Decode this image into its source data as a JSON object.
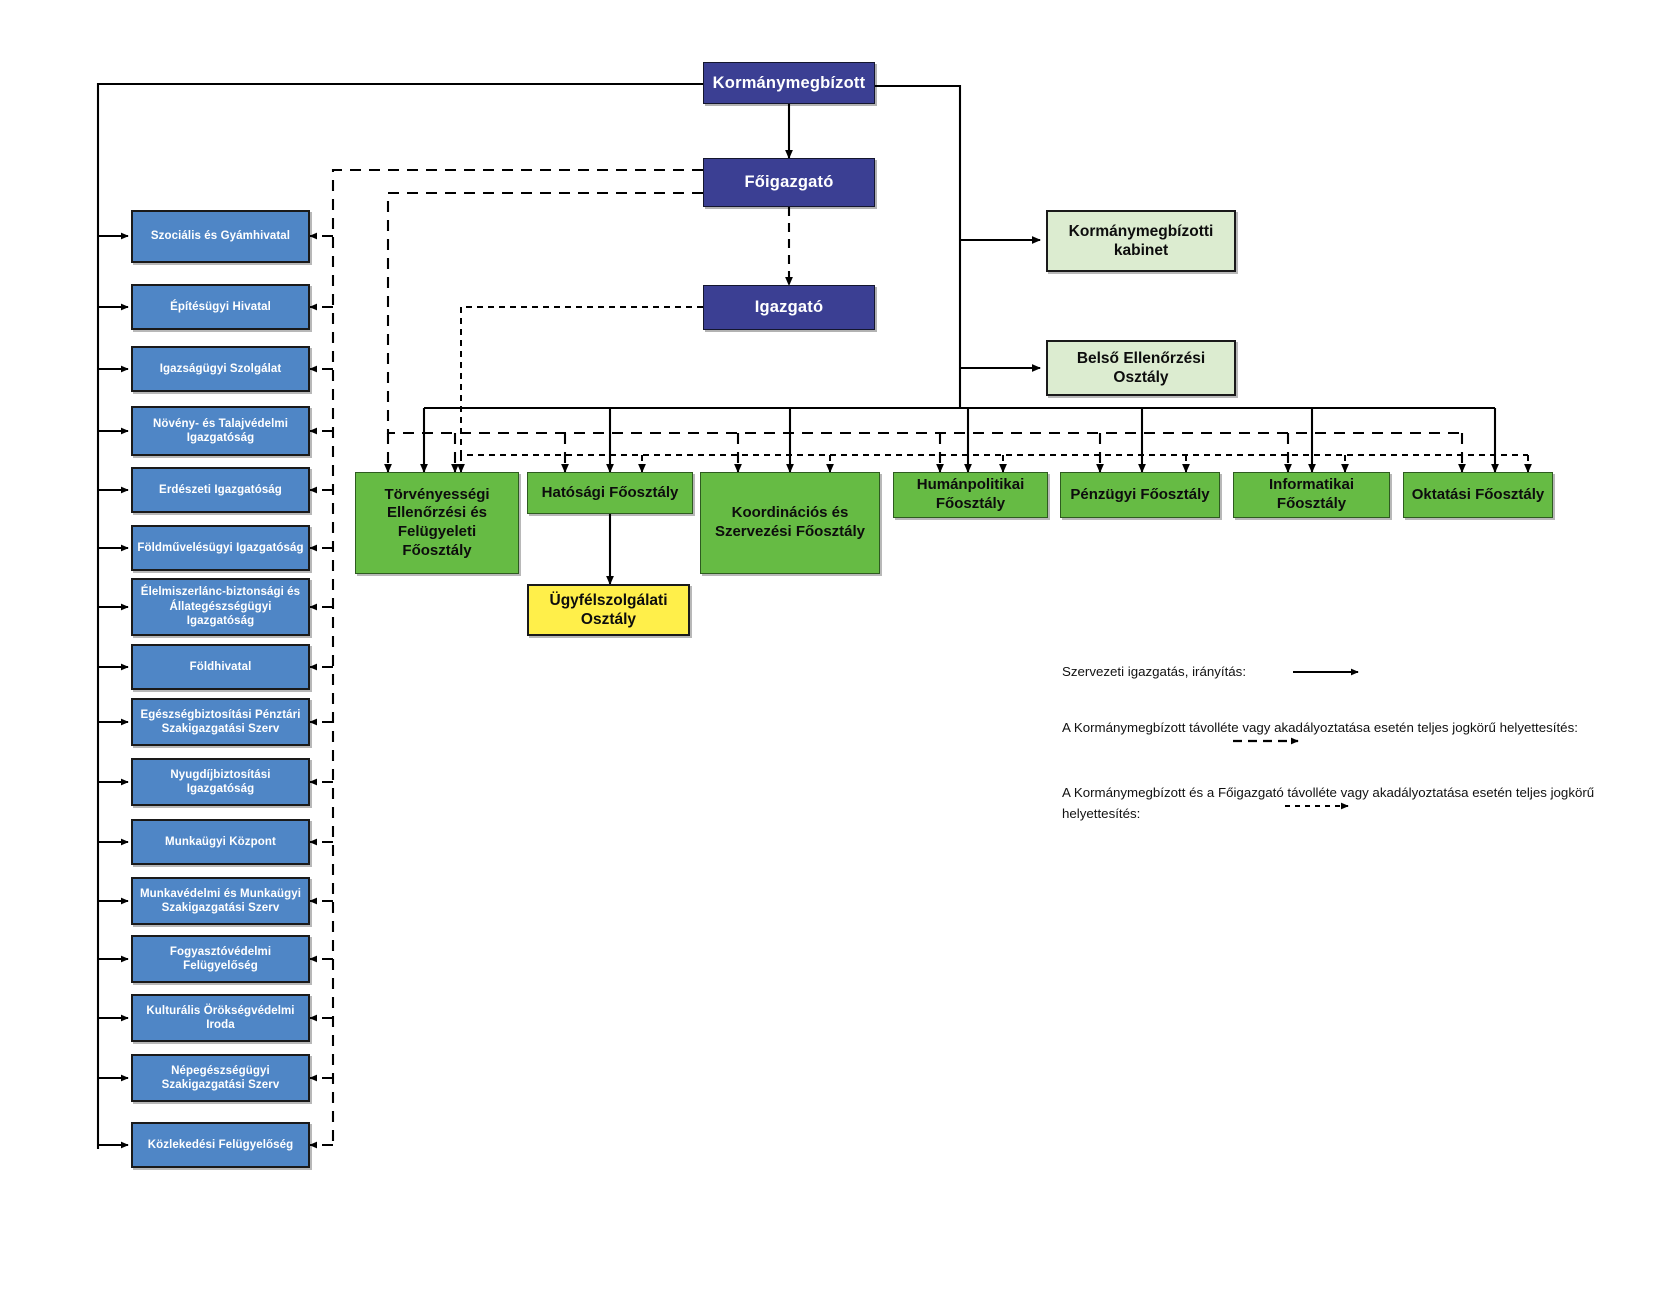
{
  "diagram": {
    "title_present": false,
    "colors": {
      "leadership_fill": "#3b3f93",
      "agency_fill": "#4f86c6",
      "department_fill": "#66bb44",
      "staff_unit_fill": "#dcecd0",
      "customer_service_fill": "#ffef4a",
      "line": "#000000"
    }
  },
  "leadership": [
    {
      "id": "kormanymegbizott",
      "label": "Kormánymegbízott"
    },
    {
      "id": "foigazgato",
      "label": "Főigazgató"
    },
    {
      "id": "igazgato",
      "label": "Igazgató"
    }
  ],
  "staff_units": [
    {
      "id": "kabinet",
      "label": "Kormánymegbízotti\nkabinet"
    },
    {
      "id": "belso_e",
      "label": "Belső Ellenőrzési\nOsztály"
    }
  ],
  "agencies": [
    {
      "id": "a01",
      "label": "Szociális és Gyámhivatal"
    },
    {
      "id": "a02",
      "label": "Építésügyi Hivatal"
    },
    {
      "id": "a03",
      "label": "Igazságügyi Szolgálat"
    },
    {
      "id": "a04",
      "label": "Növény- és Talajvédelmi\nIgazgatóság"
    },
    {
      "id": "a05",
      "label": "Erdészeti Igazgatóság"
    },
    {
      "id": "a06",
      "label": "Földművelésügyi Igazgatóság"
    },
    {
      "id": "a07",
      "label": "Élelmiszerlánc-biztonsági és\nÁllategészségügyi\nIgazgatóság"
    },
    {
      "id": "a08",
      "label": "Földhivatal"
    },
    {
      "id": "a09",
      "label": "Egészségbiztosítási Pénztári\nSzakigazgatási Szerv"
    },
    {
      "id": "a10",
      "label": "Nyugdíjbiztosítási\nIgazgatóság"
    },
    {
      "id": "a11",
      "label": "Munkaügyi Központ"
    },
    {
      "id": "a12",
      "label": "Munkavédelmi és Munkaügyi\nSzakigazgatási Szerv"
    },
    {
      "id": "a13",
      "label": "Fogyasztóvédelmi\nFelügyelőség"
    },
    {
      "id": "a14",
      "label": "Kulturális Örökségvédelmi\nIroda"
    },
    {
      "id": "a15",
      "label": "Népegészségügyi\nSzakigazgatási Szerv"
    },
    {
      "id": "a16",
      "label": "Közlekedési Felügyelőség"
    }
  ],
  "departments": [
    {
      "id": "d1",
      "label": "Törvényességi\nEllenőrzési és\nFelügyeleti\nFőosztály"
    },
    {
      "id": "d2",
      "label": "Hatósági Főosztály"
    },
    {
      "id": "d3",
      "label": "Koordinációs és\nSzervezési  Főosztály"
    },
    {
      "id": "d4",
      "label": "Humánpolitikai\nFőosztály"
    },
    {
      "id": "d5",
      "label": "Pénzügyi Főosztály"
    },
    {
      "id": "d6",
      "label": "Informatikai\nFőosztály"
    },
    {
      "id": "d7",
      "label": "Oktatási Főosztály"
    }
  ],
  "customer_service": {
    "id": "ugyfel",
    "label": "Ügyfélszolgálati\nOsztály"
  },
  "legend": [
    {
      "id": "legend-solid",
      "text": "Szervezeti igazgatás, irányítás:",
      "line_style": "solid"
    },
    {
      "id": "legend-dashed",
      "text": "A Kormánymegbízott távolléte vagy akadályoztatása esetén teljes jogkörű helyettesítés:",
      "line_style": "dashed"
    },
    {
      "id": "legend-fine-dashed",
      "text": "A Kormánymegbízott és a Főigazgató távolléte vagy akadályoztatása esetén teljes jogkörű helyettesítés:",
      "line_style": "fine-dashed"
    }
  ]
}
